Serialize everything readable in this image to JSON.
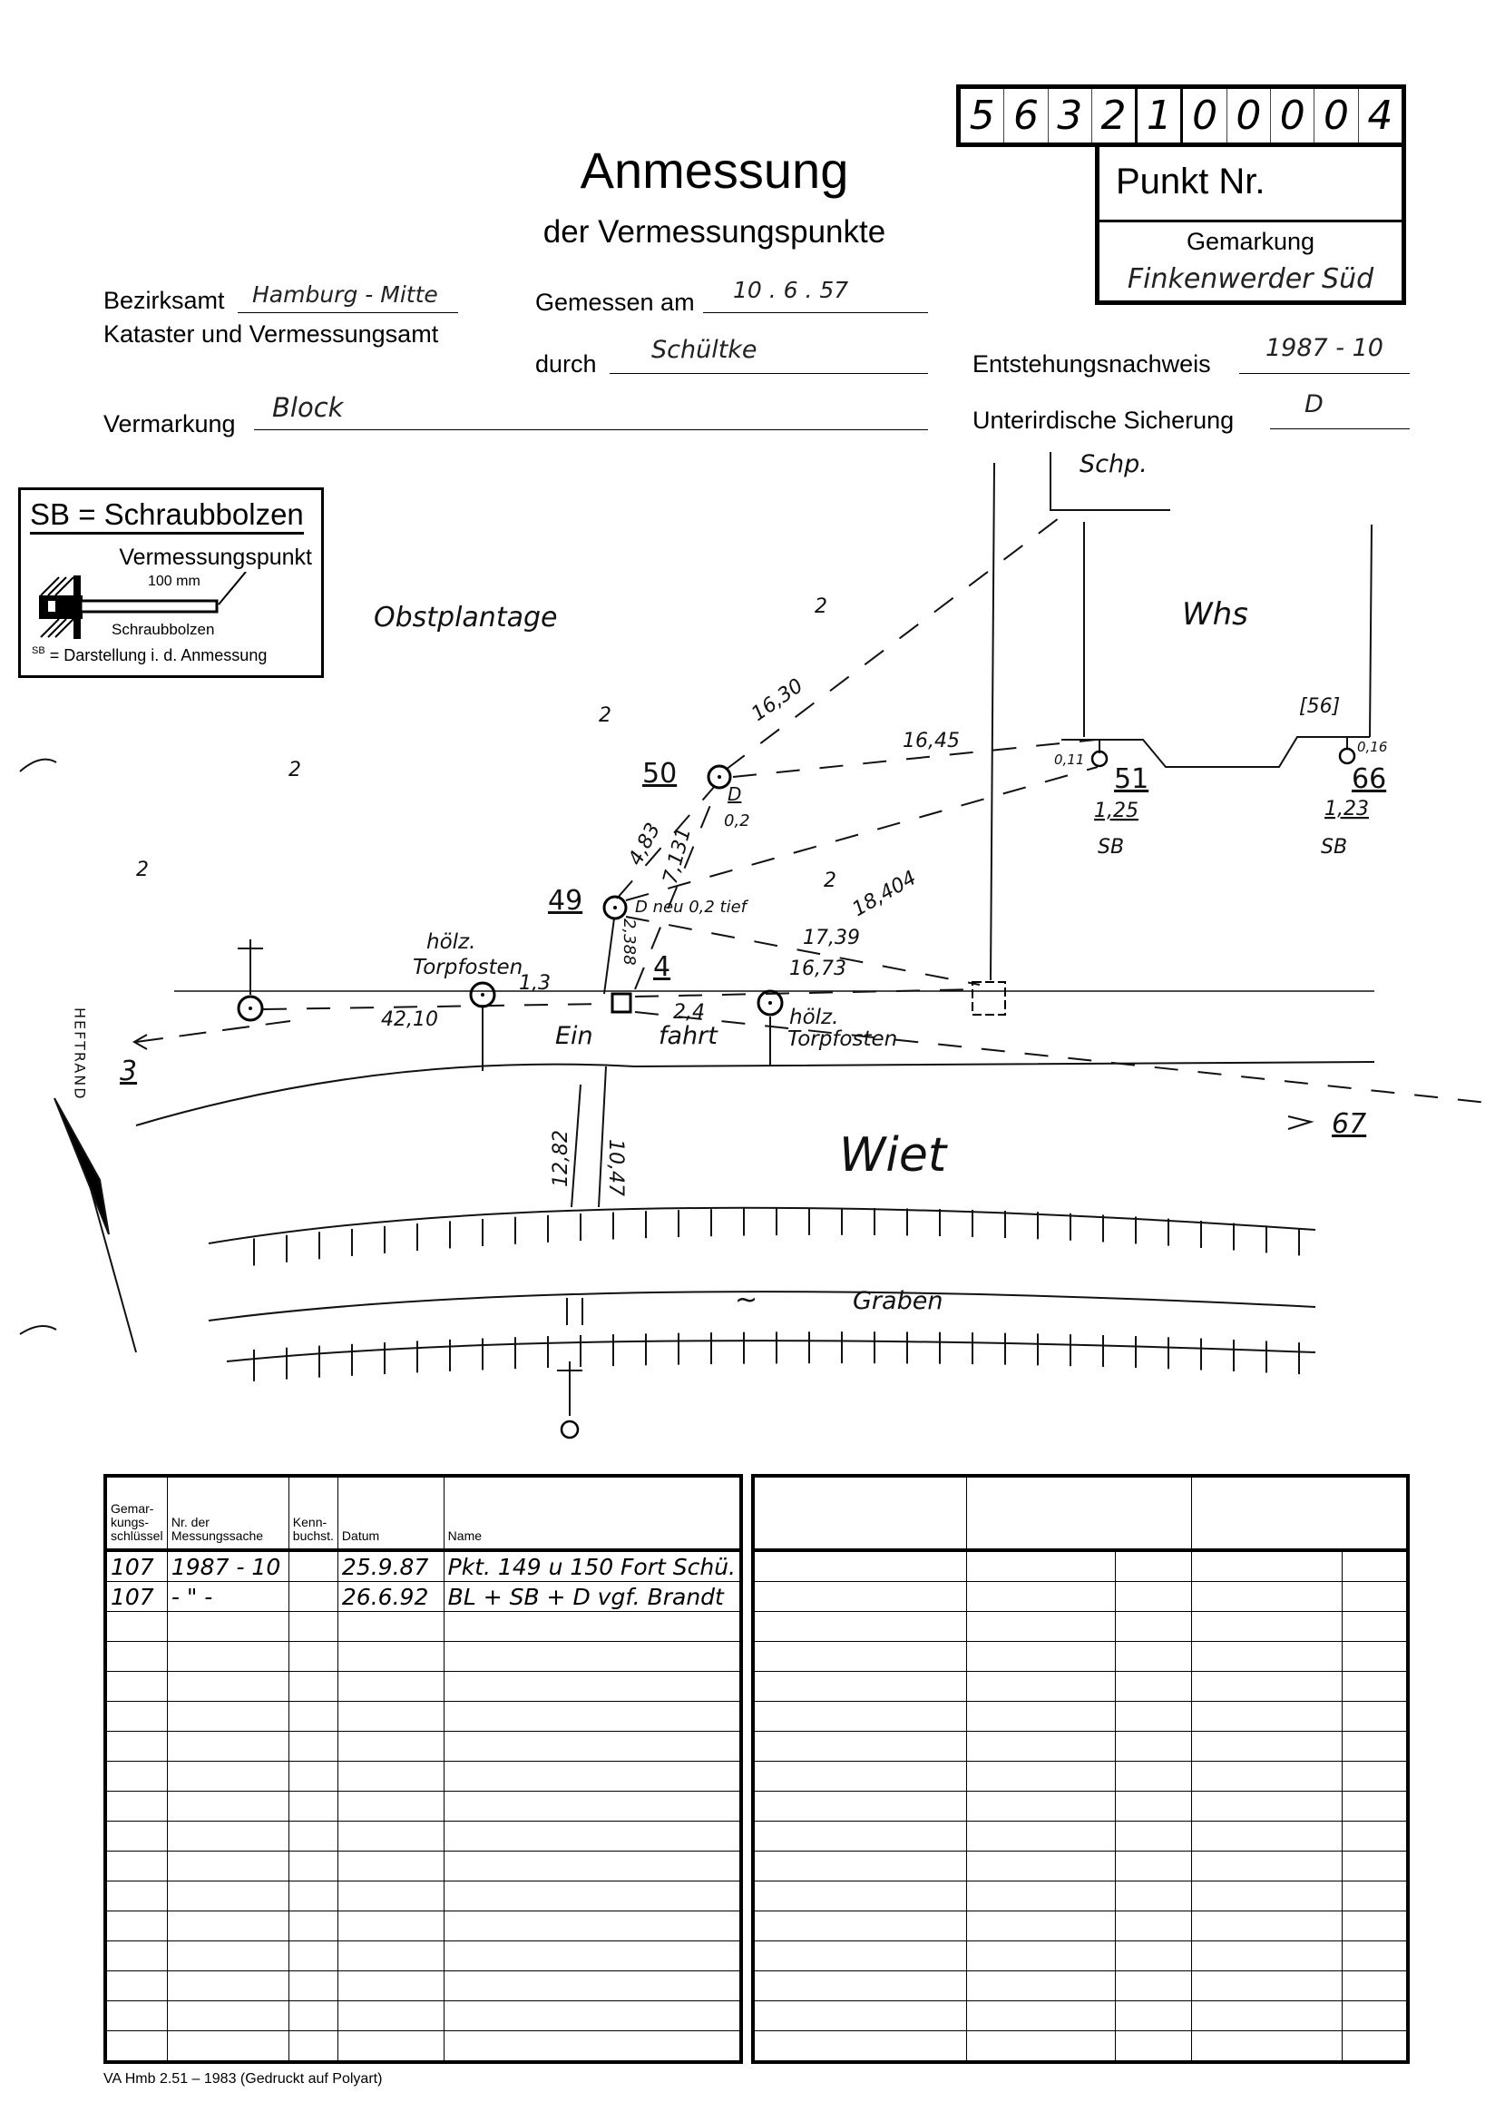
{
  "header": {
    "title": "Anmessung",
    "subtitle": "der Vermessungspunkte",
    "punkt_nr_digits": [
      "5",
      "6",
      "3",
      "2",
      "1",
      "0",
      "0",
      "0",
      "0",
      "4"
    ],
    "punkt_nr_label": "Punkt Nr.",
    "gemarkung_label": "Gemarkung",
    "gemarkung_value": "Finkenwerder Süd"
  },
  "form": {
    "bezirksamt_label": "Bezirksamt",
    "bezirksamt_value": "Hamburg - Mitte",
    "amt_label": "Kataster und Vermessungsamt",
    "gemessen_label": "Gemessen am",
    "gemessen_value": "10 . 6 . 57",
    "durch_label": "durch",
    "durch_value": "Schültke",
    "entstehung_label": "Entstehungsnachweis",
    "entstehung_value": "1987 - 10",
    "vermarkung_label": "Vermarkung",
    "vermarkung_value": "Block",
    "sicherung_label": "Unterirdische Sicherung",
    "sicherung_value": "D"
  },
  "legend": {
    "heading": "SB = Schraubbolzen",
    "vermessungspunkt": "Vermessungspunkt",
    "length": "100 mm",
    "bolt": "Schraubbolzen",
    "symbol_abbr": "SB",
    "darstellung": "= Darstellung i. d. Anmessung"
  },
  "sketch": {
    "obstplantage": "Obstplantage",
    "whs": "Whs",
    "schp": "Schp.",
    "wiet": "Wiet",
    "graben": "Graben",
    "graben_symbol": "~",
    "ein": "Ein",
    "fahrt": "fahrt",
    "hoelz": "hölz.",
    "torpfosten": "Torpfosten",
    "heftrand": "HEFTRAND",
    "tree": "2",
    "points": {
      "p50": "50",
      "p49": "49",
      "p4": "4",
      "p51": "51",
      "p66": "66",
      "p3": "3",
      "p67": "67",
      "p56": "[56]"
    },
    "p50_mark": "D",
    "p50_depth": "0,2",
    "p49_note": "D neu 0,2 tief",
    "p51_offset": "0,11",
    "p51_height": "1,25",
    "p51_type": "SB",
    "p66_offset": "0,16",
    "p66_height": "1,23",
    "p66_type": "SB",
    "measures": {
      "m1630": "16,30",
      "m1645": "16,45",
      "m483": "4,83",
      "m7131": "7,131",
      "m18404": "18,404",
      "m1739": "17,39",
      "m1673": "16,73",
      "m13": "1,3",
      "m4210": "42,10",
      "m24": "2,4",
      "m2388": "2,388",
      "m1282": "12,82",
      "m1047": "10,47"
    }
  },
  "table": {
    "headers": [
      "Gemar-kungs-schlüssel",
      "Nr. der Messungssache",
      "Kenn-buchst.",
      "Datum",
      "Name"
    ],
    "rows": [
      [
        "107",
        "1987 - 10",
        "",
        "25.9.87",
        "Pkt. 149 u 150 Fort Schü."
      ],
      [
        "107",
        "- \" -",
        "",
        "26.6.92",
        "BL + SB + D vgf. Brandt"
      ]
    ]
  },
  "footer": "VA Hmb 2.51 – 1983 (Gedruckt auf Polyart)"
}
